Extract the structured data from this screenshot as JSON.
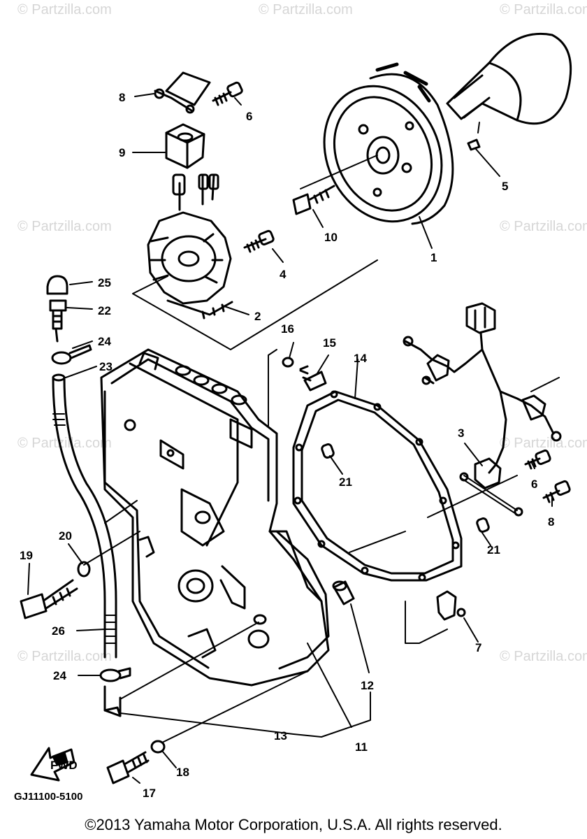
{
  "watermark": "© Partzilla.com",
  "diagram_code": "GJ11100-5100",
  "front_arrow": "FWD",
  "copyright": "©2013 Yamaha Motor Corporation, U.S.A. All rights reserved.",
  "callouts": {
    "c1": "1",
    "c2": "2",
    "c3": "3",
    "c4": "4",
    "c5": "5",
    "c6a": "6",
    "c6b": "6",
    "c7": "7",
    "c8a": "8",
    "c8b": "8",
    "c9": "9",
    "c10": "10",
    "c11": "11",
    "c12": "12",
    "c13": "13",
    "c14": "14",
    "c15": "15",
    "c16": "16",
    "c17": "17",
    "c18": "18",
    "c19": "19",
    "c20": "20",
    "c21a": "21",
    "c21b": "21",
    "c22": "22",
    "c23": "23",
    "c24a": "24",
    "c24b": "24",
    "c25": "25",
    "c26": "26"
  }
}
